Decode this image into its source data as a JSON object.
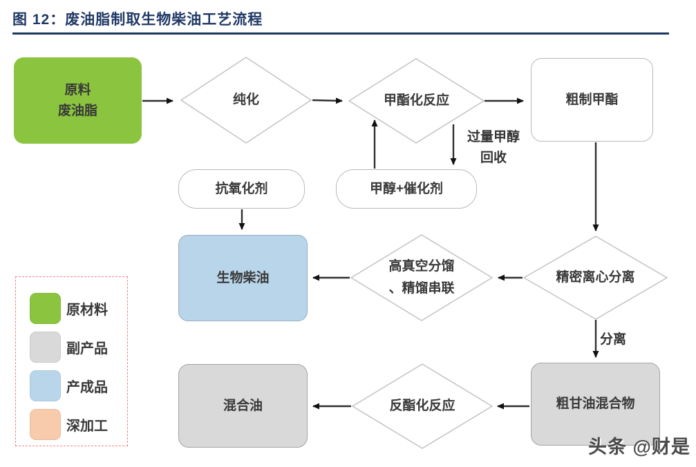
{
  "figure": {
    "title": "图 12：废油脂制取生物柴油工艺流程"
  },
  "nodes": {
    "raw_material": {
      "label": "原料\n废油脂",
      "color": "#8bc53f"
    },
    "purify": {
      "label": "纯化"
    },
    "esterification": {
      "label": "甲酯化反应"
    },
    "crude_methyl_ester": {
      "label": "粗制甲酯"
    },
    "methanol_catalyst": {
      "label": "甲醇+催化剂"
    },
    "antioxidant": {
      "label": "抗氧化剂"
    },
    "biodiesel": {
      "label": "生物柴油",
      "color": "#b9d5ea"
    },
    "high_vacuum": {
      "label": "高真空分馏\n、精馏串联"
    },
    "centrifugal": {
      "label": "精密离心分离"
    },
    "crude_glycerol": {
      "label": "粗甘油混合物",
      "color": "#d9d9d9"
    },
    "reverse_esterification": {
      "label": "反酯化反应"
    },
    "mixed_oil": {
      "label": "混合油",
      "color": "#d9d9d9"
    }
  },
  "edge_labels": {
    "excess_methanol_recovery": "过量甲醇\n回收",
    "separation": "分离"
  },
  "legend": {
    "items": [
      {
        "label": "原材料",
        "color": "#8bc53f"
      },
      {
        "label": "副产品",
        "color": "#d9d9d9"
      },
      {
        "label": "产成品",
        "color": "#b9d5ea"
      },
      {
        "label": "深加工",
        "color": "#f8cbad"
      }
    ]
  },
  "watermark": "头条 @财是",
  "colors": {
    "title_text": "#1f3864",
    "title_rule": "#17375e",
    "legend_border": "#f08080",
    "arrow": "#2f2f2f",
    "diamond_stroke": "#c2c2c2"
  }
}
